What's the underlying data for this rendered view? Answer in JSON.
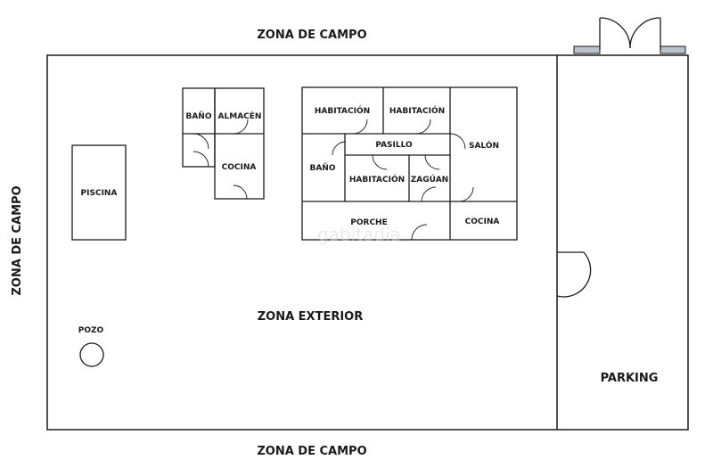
{
  "labels": {
    "zona_campo_top": "ZONA DE CAMPO",
    "zona_campo_bottom": "ZONA DE CAMPO",
    "zona_campo_left": "ZONA DE CAMPO",
    "zona_exterior": "ZONA EXTERIOR",
    "parking": "PARKING",
    "piscina": "PISCINA",
    "pozo": "POZO"
  },
  "annex": {
    "bano": "BAÑO",
    "almacen": "ALMACÉN",
    "cocina": "COCINA"
  },
  "house": {
    "habitacion_1": "HABITACIÓN",
    "habitacion_2": "HABITACIÓN",
    "habitacion_3": "HABITACIÓN",
    "pasillo": "PASILLO",
    "salon": "SALÓN",
    "bano": "BAÑO",
    "zaguan": "ZAGÚAN",
    "porche": "PORCHE",
    "cocina": "COCINA"
  },
  "watermark": "gabitadia",
  "colors": {
    "lines": "#1a1a1a",
    "gate_posts": "#b9c3cc"
  }
}
